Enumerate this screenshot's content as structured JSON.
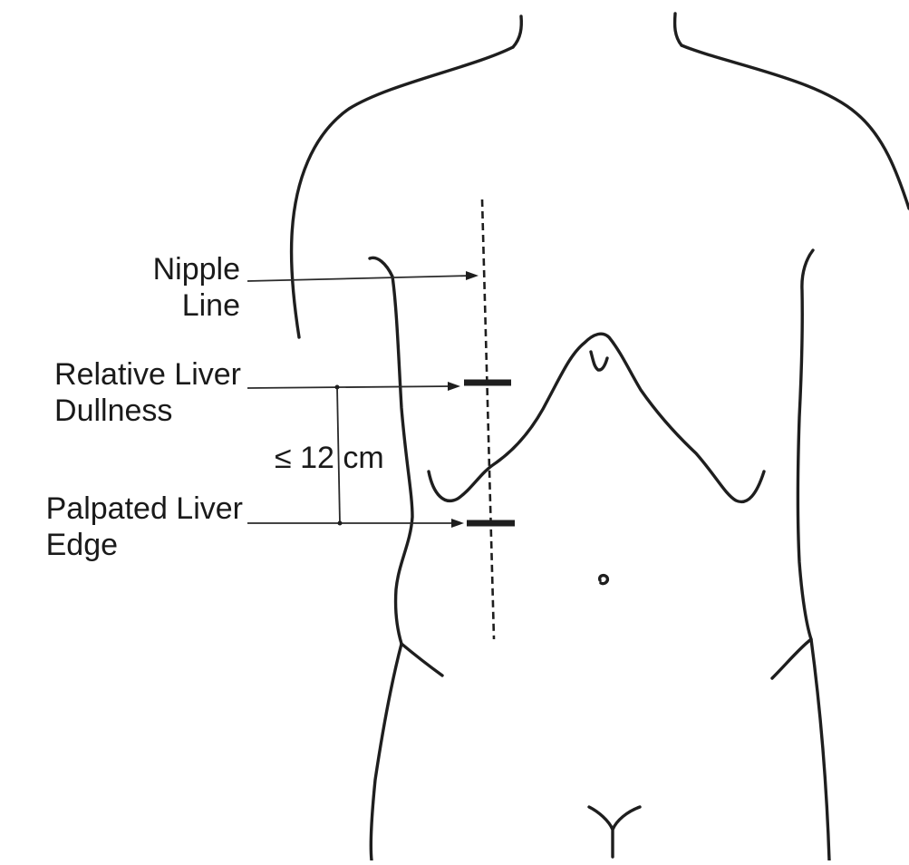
{
  "labels": {
    "nipple_line": [
      "Nipple",
      "Line"
    ],
    "relative_liver_dullness": [
      "Relative Liver",
      "Dullness"
    ],
    "palpated_liver_edge": [
      "Palpated Liver",
      "Edge"
    ],
    "distance": "≤ 12 cm"
  },
  "colors": {
    "ink": "#1e1e1e",
    "background": "#ffffff"
  }
}
